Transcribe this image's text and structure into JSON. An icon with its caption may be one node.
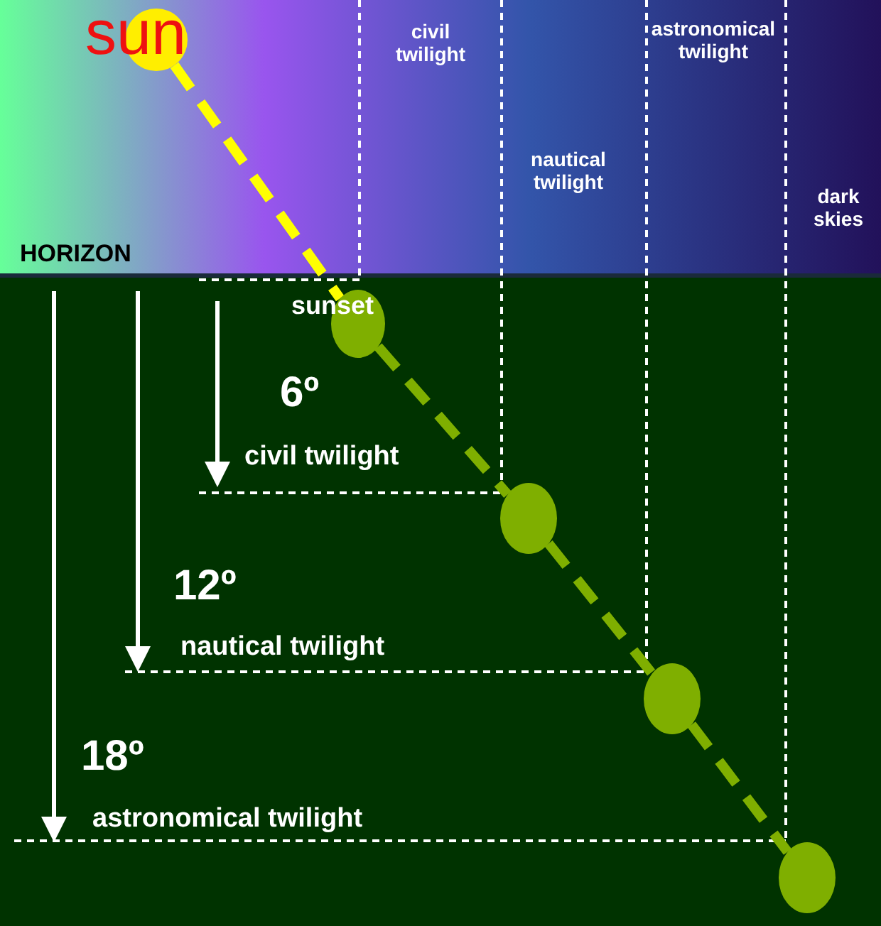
{
  "diagram": {
    "nodes": [
      {
        "text": [
          "sun"
        ]
      },
      {
        "text": [],
        "shape": "circle"
      },
      {
        "text": [],
        "shape": "circle"
      },
      {
        "text": [],
        "shape": "circle"
      },
      {
        "text": [],
        "shape": "circle"
      }
    ],
    "edges": [
      {
        "from": 0,
        "to": 1,
        "arrow": "none",
        "style": "dashed",
        "color": "#ffff00"
      },
      {
        "from": 1,
        "to": 2,
        "arrow": "none",
        "style": "dashed"
      },
      {
        "from": 2,
        "to": 3,
        "arrow": "none",
        "style": "dashed"
      },
      {
        "from": 3,
        "to": 4,
        "arrow": "none",
        "style": "dashed"
      }
    ],
    "labels": [
      "civil twilight",
      "astronomical twilight",
      "nautical twilight",
      "dark skies",
      "HORIZON",
      "sunset",
      "6º",
      "civil twilight",
      "12º",
      "nautical twilight",
      "18º",
      "astronomical twilight"
    ]
  }
}
